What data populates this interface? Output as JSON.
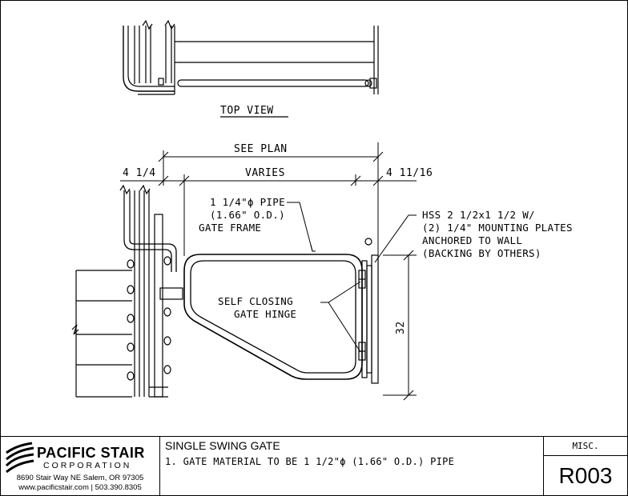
{
  "drawing": {
    "top_view_label": "TOP VIEW",
    "dim_see_plan": "SEE PLAN",
    "dim_left": "4 1/4",
    "dim_varies": "VARIES",
    "dim_right": "4 11/16",
    "dim_height": "32",
    "note_pipe": [
      "1 1/4\"ϕ PIPE",
      "(1.66\" O.D.)",
      "GATE FRAME"
    ],
    "note_hss": [
      "HSS 2 1/2x1 1/2 W/",
      "(2) 1/4\" MOUNTING PLATES",
      "ANCHORED TO WALL",
      "(BACKING BY OTHERS)"
    ],
    "note_hinge": [
      "SELF CLOSING",
      "GATE HINGE"
    ]
  },
  "title_block": {
    "company": "PACIFIC STAIR",
    "corporation": "CORPORATION",
    "address": "8690 Stair Way NE Salem, OR 97305",
    "contact": "www.pacificstair.com  |  503.390.8305",
    "title": "SINGLE SWING GATE",
    "note": "1. GATE MATERIAL TO BE 1 1/2\"ϕ (1.66\" O.D.) PIPE",
    "category": "MISC.",
    "drawing_number": "R003"
  }
}
